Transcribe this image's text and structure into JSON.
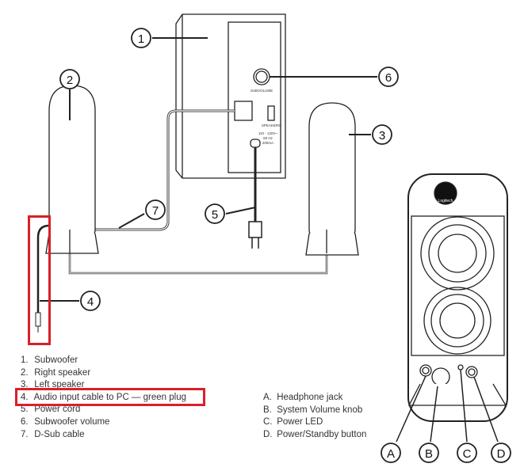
{
  "callouts": {
    "c1": "1",
    "c2": "2",
    "c3": "3",
    "c4": "4",
    "c5": "5",
    "c6": "6",
    "c7": "7",
    "cA": "A",
    "cB": "B",
    "cC": "C",
    "cD": "D"
  },
  "panel_labels": {
    "volume": "SUBVOLUME",
    "speakers": "SPEAKERS",
    "power1": "110 - 120V~",
    "power2": "60 Hz",
    "power3": "200mA"
  },
  "logo": "Logitech",
  "legend_left": [
    {
      "num": "1.",
      "text": "Subwoofer"
    },
    {
      "num": "2.",
      "text": "Right speaker"
    },
    {
      "num": "3.",
      "text": "Left speaker"
    },
    {
      "num": "4.",
      "text": "Audio input cable to PC — green plug"
    },
    {
      "num": "5.",
      "text": "Power cord"
    },
    {
      "num": "6.",
      "text": "Subwoofer volume"
    },
    {
      "num": "7.",
      "text": "D-Sub cable"
    }
  ],
  "legend_right": [
    {
      "num": "A.",
      "text": "Headphone jack"
    },
    {
      "num": "B.",
      "text": "System Volume knob"
    },
    {
      "num": "C.",
      "text": "Power LED"
    },
    {
      "num": "D.",
      "text": "Power/Standby button"
    }
  ],
  "highlight_color": "#d9202a"
}
